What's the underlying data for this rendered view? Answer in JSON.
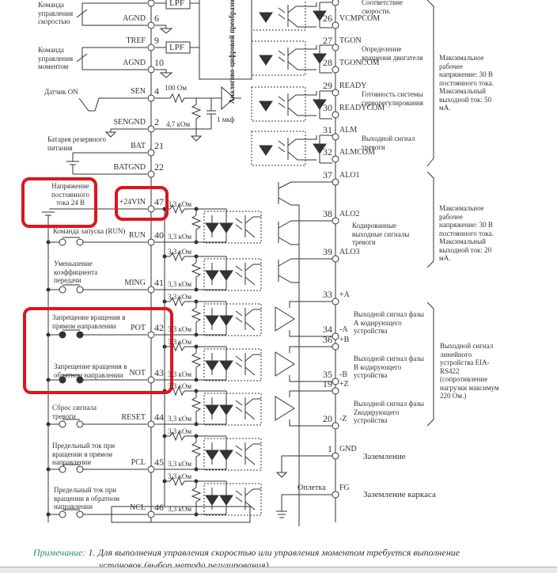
{
  "left_inputs": {
    "speed_cmd": "Команда управления скоростью",
    "torque_cmd": "Команда управления моментом",
    "sensor_on": "Датчик ON",
    "battery": "Батарея резервного питания",
    "dc24": "Напряжение постоянного тока 24 В",
    "run": "Команда запуска (RUN)",
    "ming": "Уменьшение коэффициента передачи",
    "pot": "Запрещение вращения в прямом направлении",
    "not": "Запрещение вращения в обратном направлении",
    "reset": "Сброс сигнала тревоги",
    "pcl": "Предельный ток при вращении в прямом направлении",
    "ncl": "Предельный ток при вращении в обратном направлении"
  },
  "left_pins": [
    {
      "sig": "AGND",
      "num": "6"
    },
    {
      "sig": "TREF",
      "num": "9"
    },
    {
      "sig": "AGND",
      "num": "10"
    },
    {
      "sig": "SEN",
      "num": "4"
    },
    {
      "sig": "SENGND",
      "num": "2"
    },
    {
      "sig": "BAT",
      "num": "21"
    },
    {
      "sig": "BATGND",
      "num": "22"
    },
    {
      "sig": "+24VIN",
      "num": "47"
    },
    {
      "sig": "RUN",
      "num": "40"
    },
    {
      "sig": "MING",
      "num": "41"
    },
    {
      "sig": "POT",
      "num": "42"
    },
    {
      "sig": "NOT",
      "num": "43"
    },
    {
      "sig": "RESET",
      "num": "44"
    },
    {
      "sig": "PCL",
      "num": "45"
    },
    {
      "sig": "NCL",
      "num": "46"
    }
  ],
  "components": {
    "lpf": "LPF",
    "adc": "Аналогово-цифровой преобразователь",
    "r100": "100 Ом",
    "r47k": "4,7 кОм",
    "c1": "1 мкф",
    "r33k": "3,3 кОм"
  },
  "right_pins": [
    {
      "num": "26",
      "sig": "VCMPCOM"
    },
    {
      "num": "27",
      "sig": "TGON"
    },
    {
      "num": "28",
      "sig": "TGONCOM"
    },
    {
      "num": "29",
      "sig": "READY"
    },
    {
      "num": "30",
      "sig": "READYCOM"
    },
    {
      "num": "31",
      "sig": "ALM"
    },
    {
      "num": "32",
      "sig": "ALMCOM"
    },
    {
      "num": "37",
      "sig": "ALO1"
    },
    {
      "num": "38",
      "sig": "ALO2"
    },
    {
      "num": "39",
      "sig": "ALO3"
    },
    {
      "num": "33",
      "sig": "+A"
    },
    {
      "num": "34",
      "sig": "-A"
    },
    {
      "num": "36",
      "sig": "+B"
    },
    {
      "num": "35",
      "sig": "-B"
    },
    {
      "num": "19",
      "sig": "+Z"
    },
    {
      "num": "20",
      "sig": "-Z"
    },
    {
      "num": "1",
      "sig": "GND"
    },
    {
      "num": "",
      "sig": "FG"
    }
  ],
  "right_desc": {
    "vcmp": "Соответствие скорости.",
    "tgon": "Определение вращения двигателя",
    "ready": "Готовность системы сервoрегулирования",
    "alm": "Выходной сигнал тревоги",
    "alo": "Кодированные выходные сигналы тревоги",
    "phase_a": "Выходной сигнал фазы А кодирующего устройства",
    "phase_b": "Выходной сигнал фазы В кодирующего устройства",
    "phase_z": "Выходной сигнал фазы Zкодирующего устройства",
    "gnd": "Заземление",
    "braid": "Оплетка",
    "fg": "Заземление каркаса"
  },
  "brace_notes": {
    "group1": "Максимальное рабочее напряжение: 30 В постоянного тока. Максимальный выходной ток: 50 мА.",
    "group2": "Максимальное рабочее напряжение: 30 В постоянного тока. Максимальный выходной ток: 20 мА.",
    "group3": "Выходной сигнал линейного устройства EIA-RS422 (сопротивление нагрузки максимум 220 Ом.)"
  },
  "footnote": {
    "label": "Примечание:",
    "line1": "1. Для выполнения управления скоростью или управления моментом требуется выполнение",
    "line2": "установок (выбор метода регулирования)."
  },
  "highlight_color": "#e0141e",
  "note_color": "#2e8b57"
}
